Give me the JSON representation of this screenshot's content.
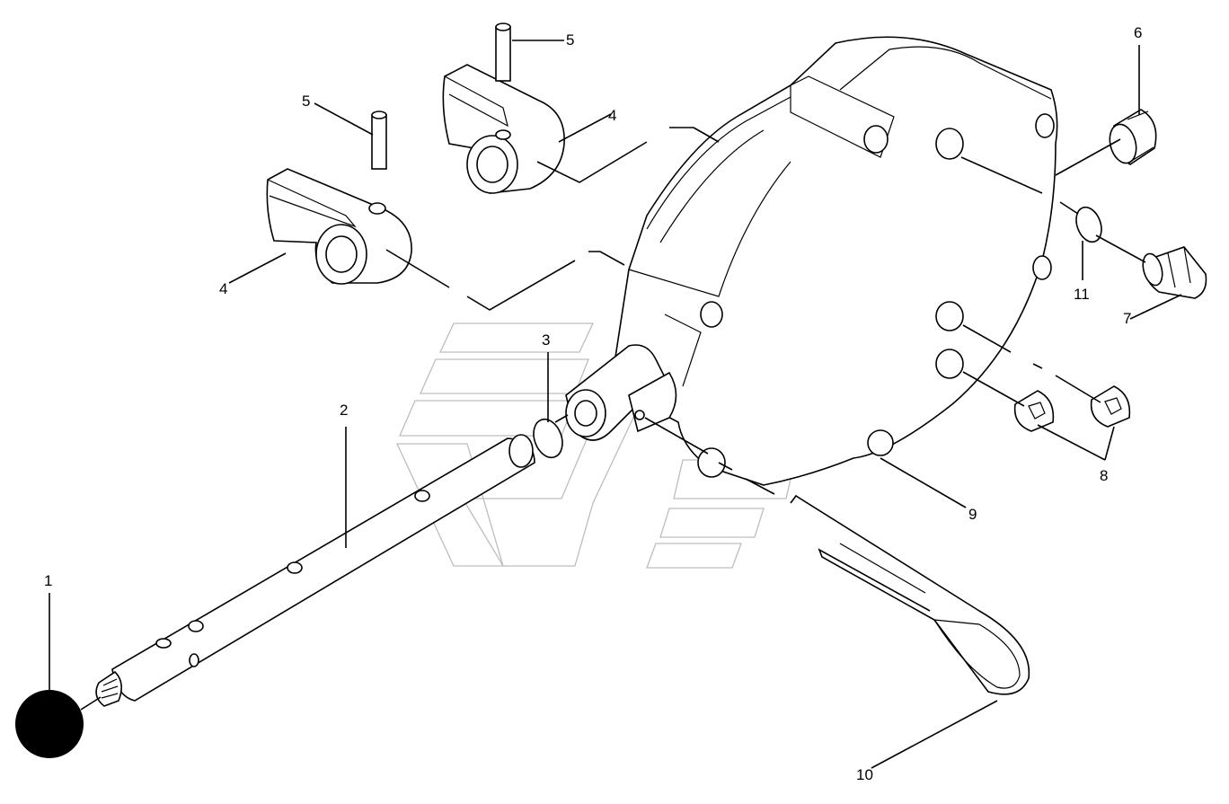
{
  "callouts": {
    "c1": "1",
    "c2": "2",
    "c3": "3",
    "c4a": "4",
    "c4b": "4",
    "c5a": "5",
    "c5b": "5",
    "c6": "6",
    "c7": "7",
    "c8": "8",
    "c9": "9",
    "c10": "10",
    "c11": "11"
  },
  "colors": {
    "ink": "#000000",
    "watermark": "#bdbdbd",
    "background": "#ffffff"
  }
}
